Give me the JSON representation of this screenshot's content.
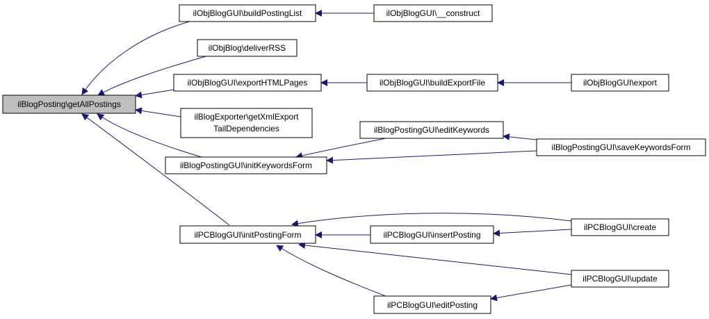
{
  "nodes": {
    "root": "ilBlogPosting\\getAllPostings",
    "buildPostingList": "ilObjBlogGUI\\buildPostingList",
    "construct": "ilObjBlogGUI\\__construct",
    "deliverRSS": "ilObjBlog\\deliverRSS",
    "exportHTMLPages": "ilObjBlogGUI\\exportHTMLPages",
    "buildExportFile": "ilObjBlogGUI\\buildExportFile",
    "export": "ilObjBlogGUI\\export",
    "getXmlExportLine1": "ilBlogExporter\\getXmlExport",
    "getXmlExportLine2": "TailDependencies",
    "editKeywords": "ilBlogPostingGUI\\editKeywords",
    "saveKeywordsForm": "ilBlogPostingGUI\\saveKeywordsForm",
    "initKeywordsForm": "ilBlogPostingGUI\\initKeywordsForm",
    "initPostingForm": "ilPCBlogGUI\\initPostingForm",
    "insertPosting": "ilPCBlogGUI\\insertPosting",
    "create": "ilPCBlogGUI\\create",
    "update": "ilPCBlogGUI\\update",
    "editPosting": "ilPCBlogGUI\\editPosting"
  },
  "edge_color": "#191970"
}
